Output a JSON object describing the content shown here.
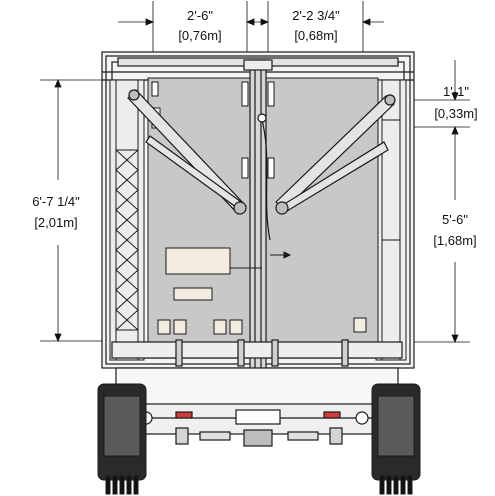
{
  "dimensions": {
    "top_left": {
      "imperial": "2'-6\"",
      "metric": "[0,76m]"
    },
    "top_right": {
      "imperial": "2'-2 3/4\"",
      "metric": "[0,68m]"
    },
    "right_upper": {
      "imperial": "1'-1\"",
      "metric": "[0,33m]"
    },
    "right_lower": {
      "imperial": "5'-6\"",
      "metric": "[1,68m]"
    },
    "left_height": {
      "imperial": "6'-7 1/4\"",
      "metric": "[2,01m]"
    }
  },
  "colors": {
    "panel_fill": "#c8c8c8",
    "line": "#1a1a1a",
    "label_fill": "#f3ece0",
    "reflector": "#d23b3b",
    "tire": "#2a2a2a"
  }
}
